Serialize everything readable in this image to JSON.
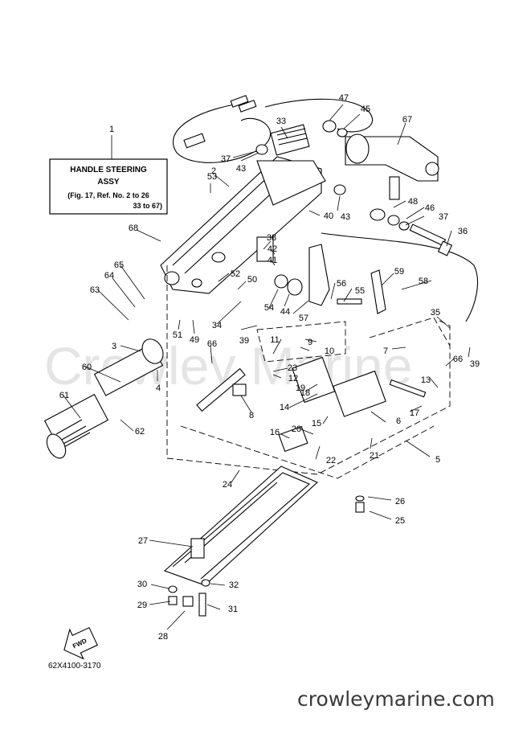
{
  "title_box": {
    "line1": "HANDLE STEERING",
    "line2": "ASSY",
    "line3": "(Fig. 17, Ref. No. 2 to 26",
    "line4": "33 to 67)"
  },
  "diagram_code": "62X4100-3170",
  "fwd_label": "FWD",
  "watermark": "Crowley Marine",
  "website": "crowleymarine.com",
  "callouts": [
    "1",
    "2",
    "3",
    "4",
    "5",
    "6",
    "7",
    "8",
    "9",
    "10",
    "11",
    "12",
    "13",
    "14",
    "15",
    "16",
    "17",
    "18",
    "19",
    "20",
    "21",
    "22",
    "23",
    "24",
    "25",
    "26",
    "27",
    "28",
    "29",
    "30",
    "31",
    "32",
    "33",
    "34",
    "35",
    "36",
    "37",
    "37",
    "38",
    "39",
    "39",
    "40",
    "41",
    "42",
    "43",
    "43",
    "44",
    "45",
    "46",
    "47",
    "48",
    "49",
    "50",
    "51",
    "52",
    "53",
    "54",
    "55",
    "56",
    "57",
    "58",
    "59",
    "60",
    "61",
    "62",
    "63",
    "64",
    "65",
    "66",
    "66",
    "67",
    "68"
  ]
}
